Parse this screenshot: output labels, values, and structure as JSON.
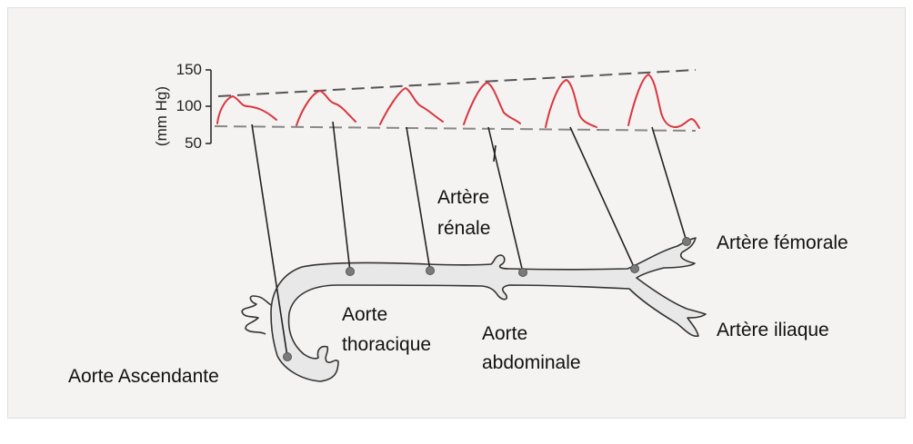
{
  "axis": {
    "unit_label": "(mm Hg)",
    "ticks": [
      "150",
      "100",
      "50"
    ]
  },
  "labels": {
    "artere_renale_line1": "Artère",
    "artere_renale_line2": "rénale",
    "artere_femorale": "Artère fémorale",
    "artere_iliaque": "Artère iliaque",
    "aorte_thoracique_line1": "Aorte",
    "aorte_thoracique_line2": "thoracique",
    "aorte_abdominale_line1": "Aorte",
    "aorte_abdominale_line2": "abdominale",
    "aorte_ascendante": "Aorte Ascendante"
  },
  "colors": {
    "waveform": "#d9373f",
    "vessel": "#e6e6e6",
    "dashed": "#555555"
  }
}
